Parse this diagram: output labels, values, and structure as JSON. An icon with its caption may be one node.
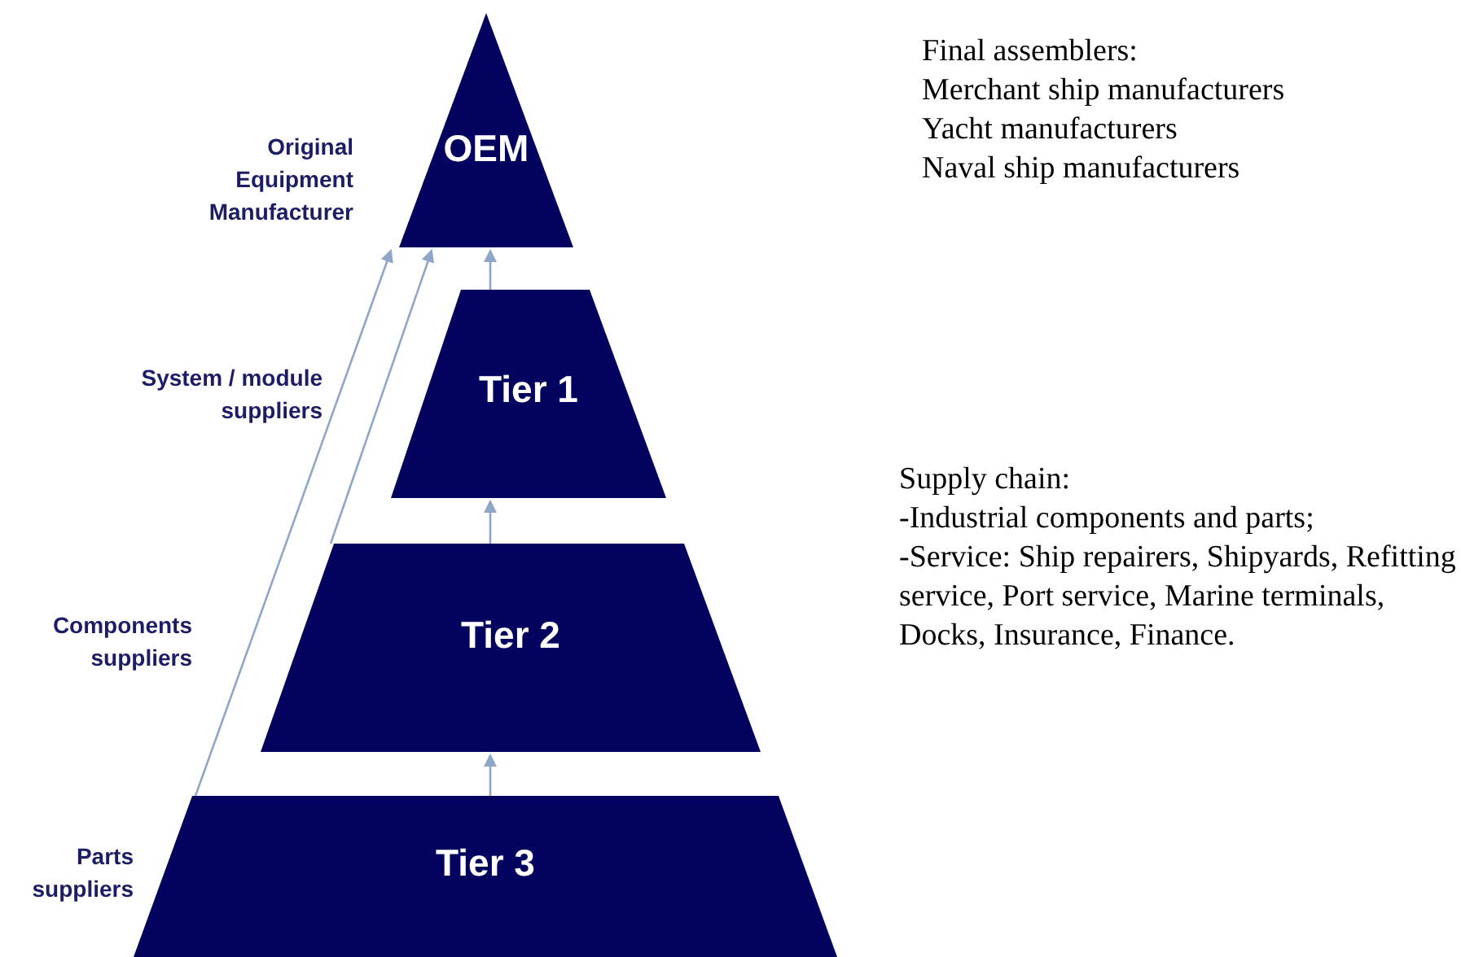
{
  "diagram": {
    "nodes": [
      {
        "text": [
          "OEM"
        ],
        "beside": [
          "Original Equipment Manufacturer"
        ]
      },
      {
        "text": [
          "Tier 1"
        ],
        "beside": [
          "System / module suppliers"
        ]
      },
      {
        "text": [
          "Tier 2"
        ],
        "beside": [
          "Components suppliers"
        ]
      },
      {
        "text": [
          "Tier 3"
        ],
        "beside": [
          "Parts suppliers"
        ]
      }
    ],
    "edges": [
      {
        "from": 1,
        "to": 0,
        "arrow": "to"
      },
      {
        "from": 2,
        "to": 1,
        "arrow": "to"
      },
      {
        "from": 3,
        "to": 2,
        "arrow": "to"
      },
      {
        "from": 2,
        "to": 0,
        "arrow": "to"
      },
      {
        "from": 3,
        "to": 0,
        "arrow": "to"
      }
    ],
    "labels": [
      "Final assemblers:",
      "Merchant ship manufacturers",
      "Yacht manufacturers",
      "Naval ship manufacturers",
      "Supply chain:",
      "-Industrial components and parts;",
      "-Service: Ship repairers, Shipyards, Refitting service, Port service, Marine terminals, Docks, Insurance, Finance."
    ]
  }
}
